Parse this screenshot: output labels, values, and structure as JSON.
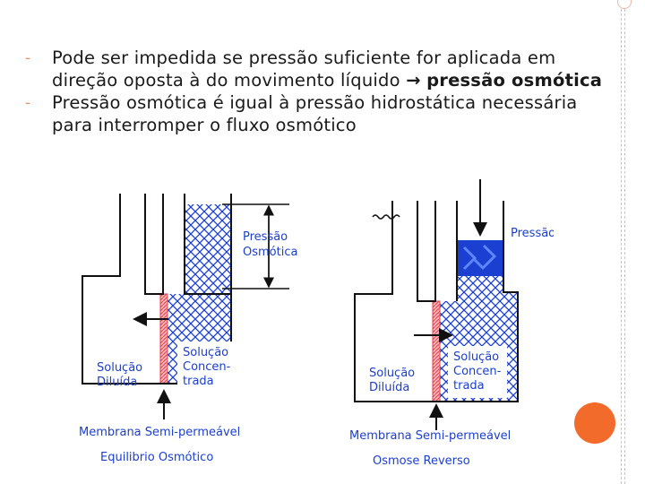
{
  "bullets": [
    {
      "marker": "-",
      "text": "Pode ser impedida se pressão suficiente for aplicada em direção oposta à do movimento líquido ",
      "arrow": "→",
      "bold": "pressão osmótica"
    },
    {
      "marker": "-",
      "text": "Pressão osmótica é igual à pressão hidrostática necessária para interromper o fluxo osmótico"
    }
  ],
  "diagrams": [
    {
      "side_label": [
        "Pressão",
        "Osmótica"
      ],
      "left_label": [
        "Solução",
        "Diluída"
      ],
      "right_label": [
        "Solução",
        "Concen-",
        "trada"
      ],
      "membrane_label": "Membrana Semi-permeável",
      "caption": "Equilibrio Osmótico"
    },
    {
      "top_label": "Pressão",
      "left_label": [
        "Solução",
        "Diluída"
      ],
      "right_label": [
        "Solução",
        "Concen-",
        "trada"
      ],
      "membrane_label": "Membrana Semi-permeável",
      "caption": "Osmose Reverso"
    }
  ],
  "colors": {
    "accent": "#f26b2b",
    "diagram_blue": "#1a3fd1",
    "membrane_red": "#e0404a"
  }
}
